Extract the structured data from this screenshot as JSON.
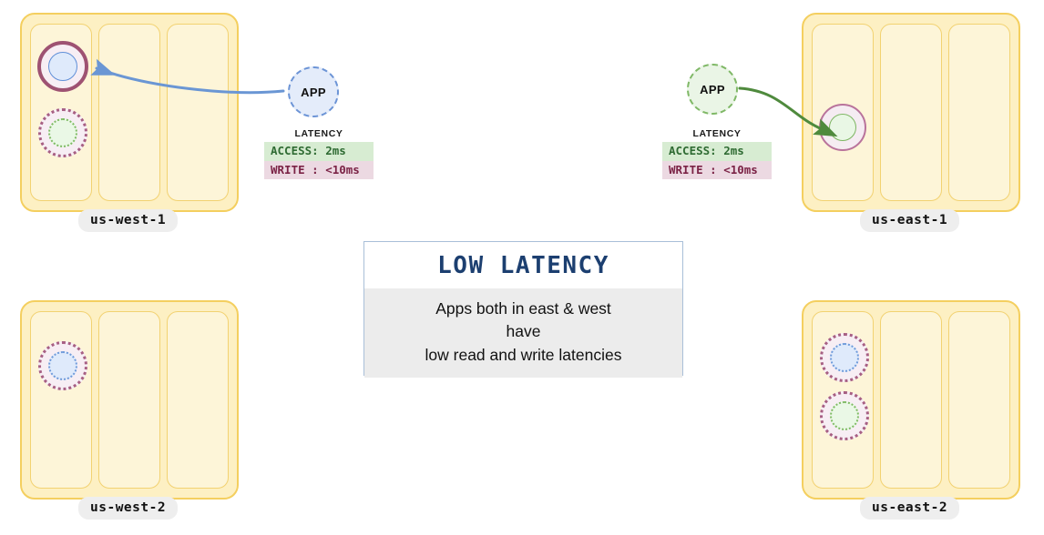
{
  "diagram": {
    "title": "Multi-region low latency replication diagram",
    "colors": {
      "region_fill": "#fdf0c3",
      "region_border": "#f4cf5f",
      "az_fill": "#fdf5d8",
      "az_border": "#f2d271",
      "primary_ring": "#9e5272",
      "replica_ring": "#b9739b",
      "app_blue": "#6c94d6",
      "app_green": "#7fb866",
      "arrow_blue": "#6a96d4",
      "arrow_green": "#4f8a3d",
      "callout_border": "#a9bfd8",
      "callout_title": "#1c3f70",
      "access_bg": "#d7ecd2",
      "access_text": "#2f6b33",
      "write_bg": "#ecd9e2",
      "write_text": "#7b2346"
    }
  },
  "regions": [
    {
      "id": "us-west-1",
      "label": "us-west-1",
      "nodes": [
        {
          "name": "primary-node",
          "kind": "primary",
          "inner": "blue"
        },
        {
          "name": "replica-node",
          "kind": "replica-dotted",
          "inner": "green"
        }
      ]
    },
    {
      "id": "us-east-1",
      "label": "us-east-1",
      "nodes": [
        {
          "name": "replica-node",
          "kind": "replica-solid",
          "inner": "green"
        }
      ]
    },
    {
      "id": "us-west-2",
      "label": "us-west-2",
      "nodes": [
        {
          "name": "replica-node",
          "kind": "replica-dotted",
          "inner": "blue"
        }
      ]
    },
    {
      "id": "us-east-2",
      "label": "us-east-2",
      "nodes": [
        {
          "name": "replica-node",
          "kind": "replica-dotted",
          "inner": "blue"
        },
        {
          "name": "replica-node",
          "kind": "replica-dotted",
          "inner": "green"
        }
      ]
    }
  ],
  "apps": {
    "west": {
      "label": "APP",
      "latency": {
        "title": "LATENCY",
        "access": "ACCESS: 2ms",
        "write": "WRITE : <10ms"
      }
    },
    "east": {
      "label": "APP",
      "latency": {
        "title": "LATENCY",
        "access": "ACCESS: 2ms",
        "write": "WRITE : <10ms"
      }
    }
  },
  "callout": {
    "title": "LOW LATENCY",
    "line1": "Apps both in east & west",
    "line2": "have",
    "line3": "low read and write latencies"
  }
}
